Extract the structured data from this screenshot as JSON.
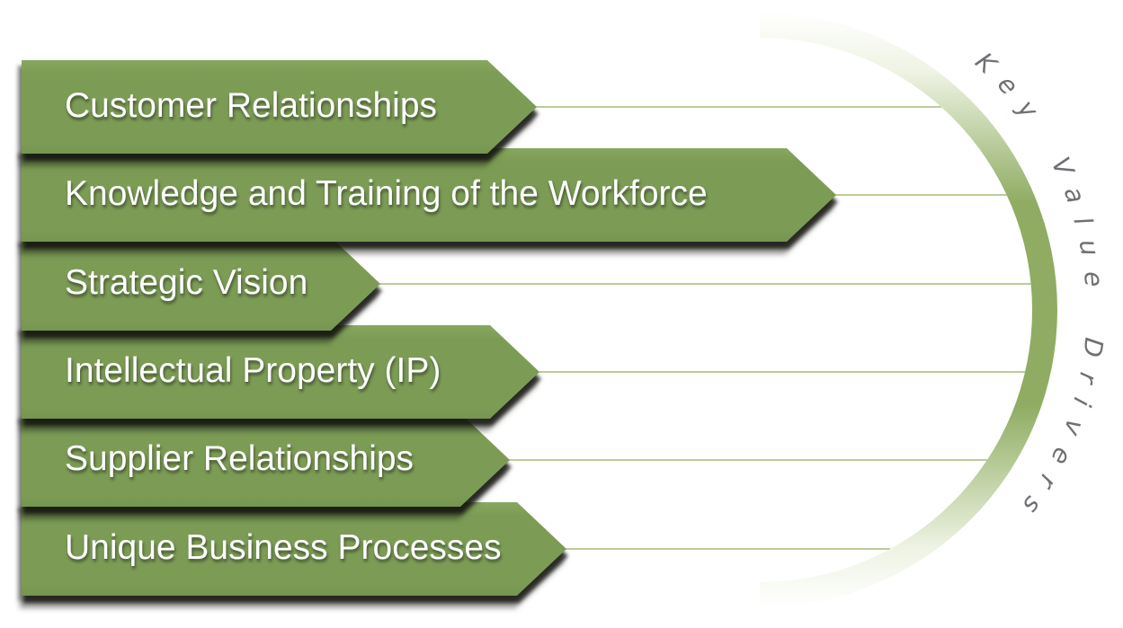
{
  "diagram": {
    "title": "Key Value Drivers",
    "arc_label": "Key Value Drivers"
  },
  "arrows": [
    {
      "label": "Customer Relationships"
    },
    {
      "label": "Knowledge and Training of the Workforce"
    },
    {
      "label": "Strategic Vision"
    },
    {
      "label": "Intellectual Property (IP)"
    },
    {
      "label": "Supplier Relationships"
    },
    {
      "label": "Unique Business Processes"
    }
  ],
  "colors": {
    "background": "#FFFFFF",
    "arrow_green": "#7C9C56",
    "arc_green": "#8FAC62",
    "connector_line": "#A7BC78",
    "curved_text": "#6F7073",
    "label_text": "#FFFFFF",
    "shadow": "#121210"
  }
}
